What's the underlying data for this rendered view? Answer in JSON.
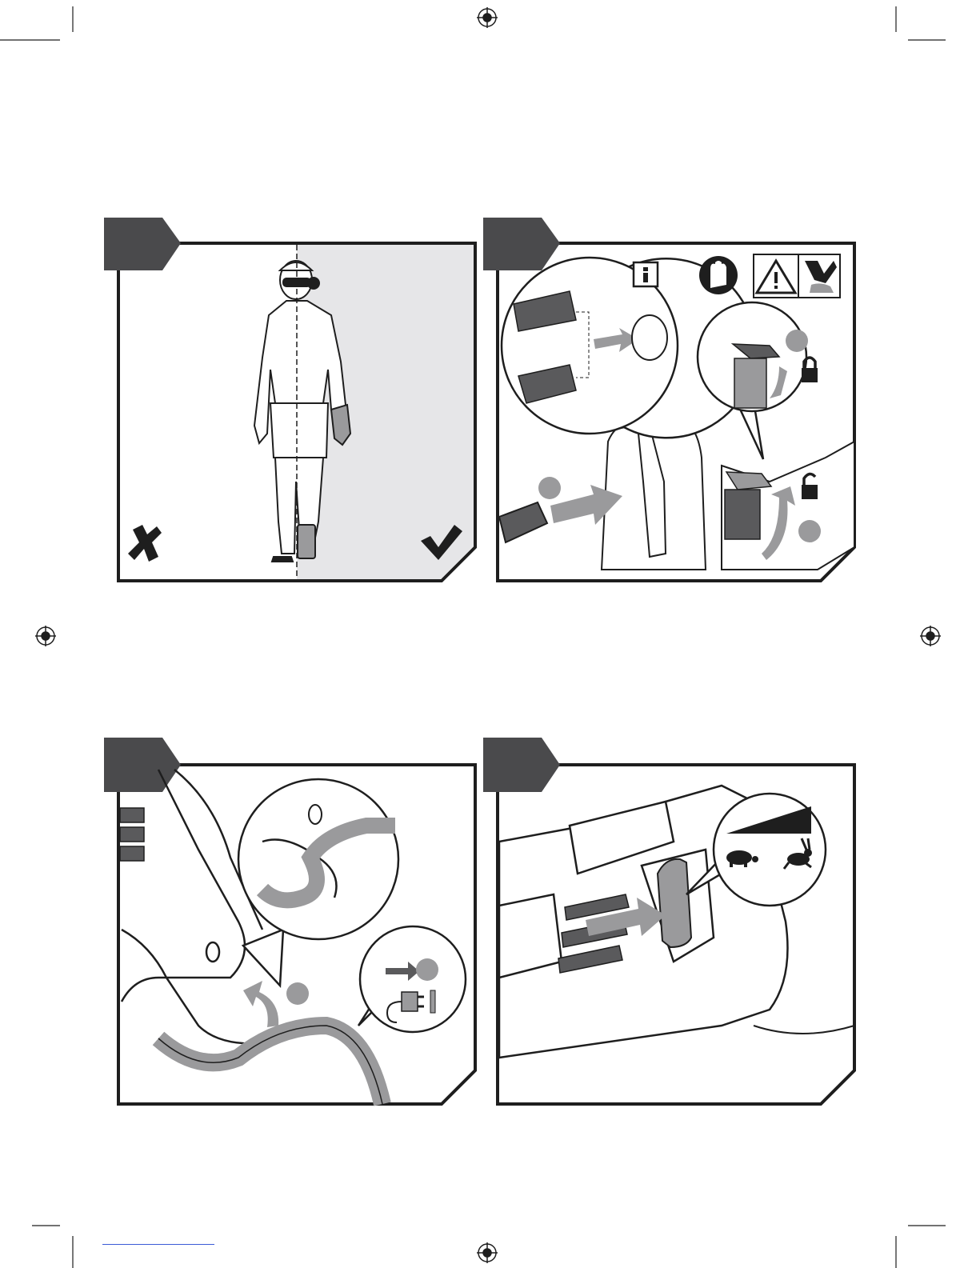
{
  "page": {
    "background": "#ffffff",
    "ink": "#1e1e1e",
    "tab_color": "#4a4a4c",
    "shade_light": "#e6e6e8",
    "shade_mid": "#9a9a9c",
    "shade_dark": "#5a5a5c"
  },
  "panels": [
    {
      "id": "panel-1",
      "tab_label": "",
      "icons": [
        "cross-icon",
        "check-icon"
      ],
      "content": "protective-clothing-illustration"
    },
    {
      "id": "panel-2",
      "tab_label": "",
      "icons": [
        "info-icon",
        "gloves-icon",
        "warning-icon",
        "hand-cut-hazard-icon",
        "lock-icon",
        "unlock-icon"
      ],
      "content": "blade-insertion-illustration"
    },
    {
      "id": "panel-3",
      "tab_label": "",
      "icons": [
        "plug-icon",
        "arrow-icon"
      ],
      "content": "cable-hook-illustration"
    },
    {
      "id": "panel-4",
      "tab_label": "",
      "icons": [
        "turtle-icon",
        "rabbit-icon",
        "speed-ramp-icon"
      ],
      "content": "trigger-speed-illustration"
    }
  ]
}
